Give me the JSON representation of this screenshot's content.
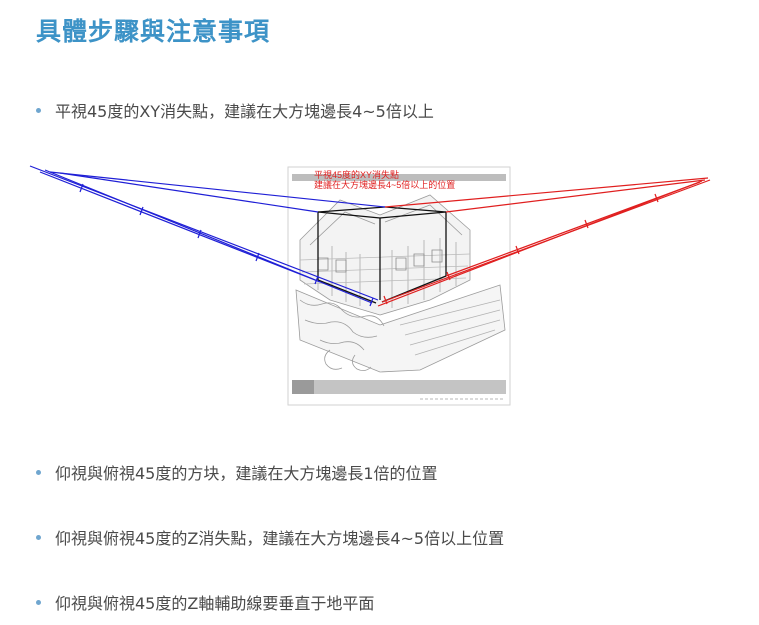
{
  "title": "具體步驟與注意事項",
  "bullets": [
    "平視45度的XY消失點，建議在大方塊邊長4~5倍以上",
    "仰視與俯視45度的方块，建議在大方塊邊長1倍的位置",
    "仰視與俯視45度的Z消失點，建議在大方塊邊長4~5倍以上位置",
    "仰視與俯視45度的Z軸輔助線要垂直于地平面"
  ],
  "figure": {
    "caption_line1": "平視45度的XY消失點",
    "caption_line2": "建議在大方塊邊長4~5倍以上的位置",
    "colors": {
      "left_vanishing_lines": "#1f1fd6",
      "right_vanishing_lines": "#e01f1f",
      "caption": "#e01f1f",
      "cube": "#111111"
    }
  }
}
